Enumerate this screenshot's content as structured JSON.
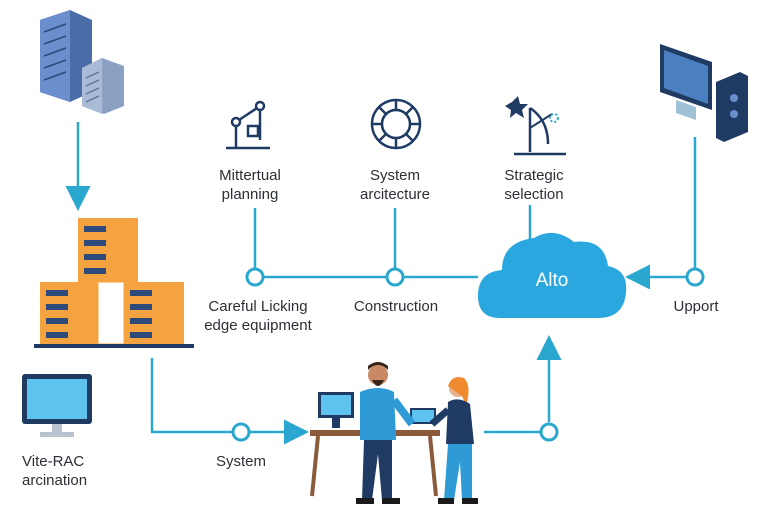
{
  "nodes": {
    "mitteral_planning": {
      "line1": "Mittertual",
      "line2": "planning"
    },
    "system_architecture": {
      "line1": "System",
      "line2": "arcitecture"
    },
    "strategic_selection": {
      "line1": "Strategic",
      "line2": "selection"
    },
    "careful_licking": {
      "line1": "Careful Licking",
      "line2": "edge equipment"
    },
    "construction": {
      "label": "Construction"
    },
    "upport": {
      "label": "Upport"
    },
    "system": {
      "label": "System"
    },
    "vite_rac": {
      "line1": "Vite-RAC",
      "line2": "arcination"
    },
    "cloud": {
      "label": "Alto"
    }
  },
  "colors": {
    "line": "#2aa7cf",
    "cloud": "#2aa7de",
    "server_orange": "#f4a340",
    "navy": "#1f3b64",
    "shirt_blue": "#2e9ad6"
  },
  "icons": [
    "server-rack-icon",
    "orange-datacenter-icon",
    "monitor-icon",
    "desktop-tower-icon",
    "planning-arm-icon",
    "architecture-wheel-icon",
    "satellite-dish-icon",
    "cloud-icon",
    "people-at-desk-icon"
  ]
}
